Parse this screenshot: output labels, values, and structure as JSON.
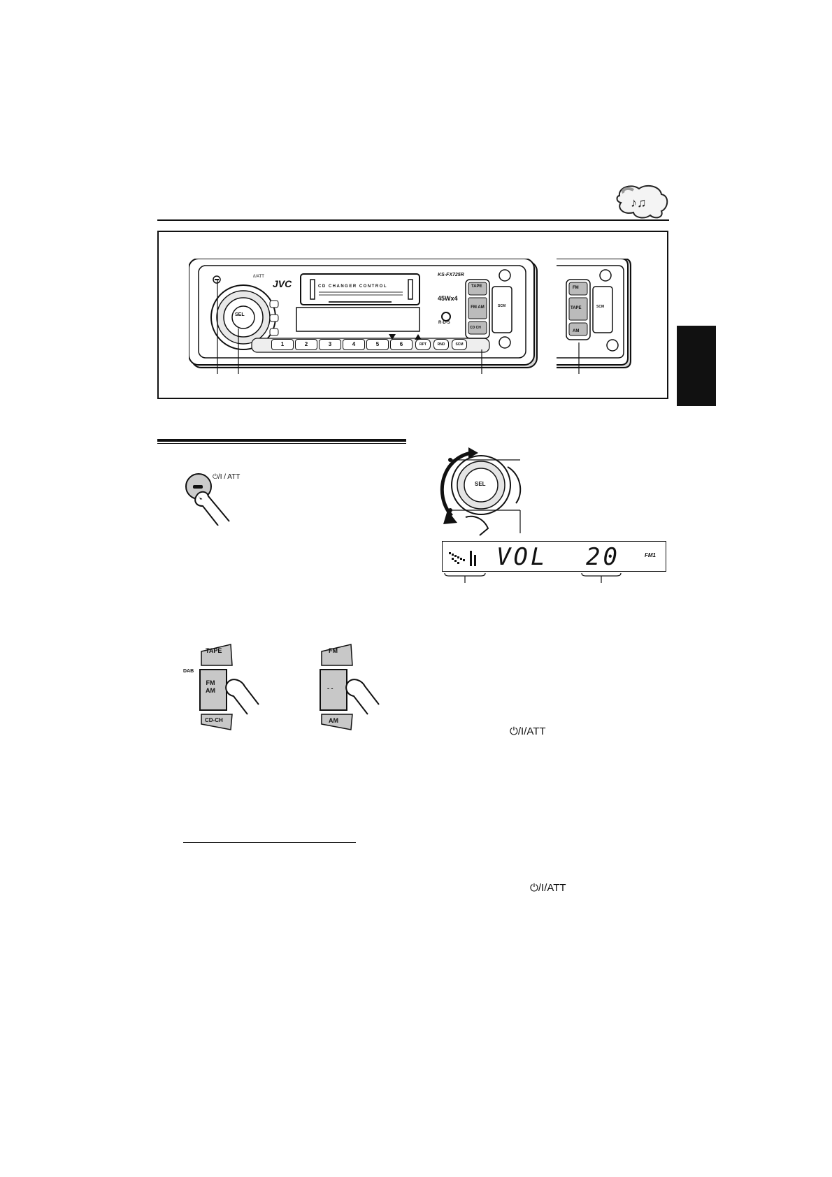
{
  "header": {
    "music_note_icon": "music-notes-bubble"
  },
  "panel": {
    "brand": "JVC",
    "cassette_label": "CD CHANGER CONTROL",
    "model": "KS-FX725R",
    "power_output": "45Wx4",
    "rds_label": "R·D·S",
    "att_label": "/I/ATT",
    "sel_label": "SEL",
    "preset_buttons": [
      "1",
      "2",
      "3",
      "4",
      "5",
      "6"
    ],
    "function_buttons": [
      "RPT",
      "RND",
      "SCM"
    ],
    "source_buttons": {
      "tape": "TAPE",
      "fm_am": "FM AM",
      "cd_ch": "CD CH"
    },
    "volume_rocker": "SCM",
    "alt_panel": {
      "fm": "FM",
      "tape": "TAPE",
      "am": "AM",
      "rocker": "SCM"
    }
  },
  "step1": {
    "power_label": "⏻/I / ATT"
  },
  "knob_figure": {
    "sel_label": "SEL"
  },
  "display": {
    "text": "VOL",
    "value": "20",
    "band": "FM1"
  },
  "source_buttons_a": {
    "tape": "TAPE",
    "dab": "DAB",
    "fm_am": "FM AM",
    "cd_ch": "CD-CH"
  },
  "source_buttons_b": {
    "fm": "FM",
    "middle": "- -",
    "am": "AM"
  },
  "inline_labels": {
    "att_1": "⏻/I/ATT",
    "att_2": "⏻/I/ATT"
  },
  "colors": {
    "accent": "#111111",
    "panel_bg": "#ffffff",
    "button_gray": "#bdbdbd",
    "side_tab": "#111111"
  }
}
